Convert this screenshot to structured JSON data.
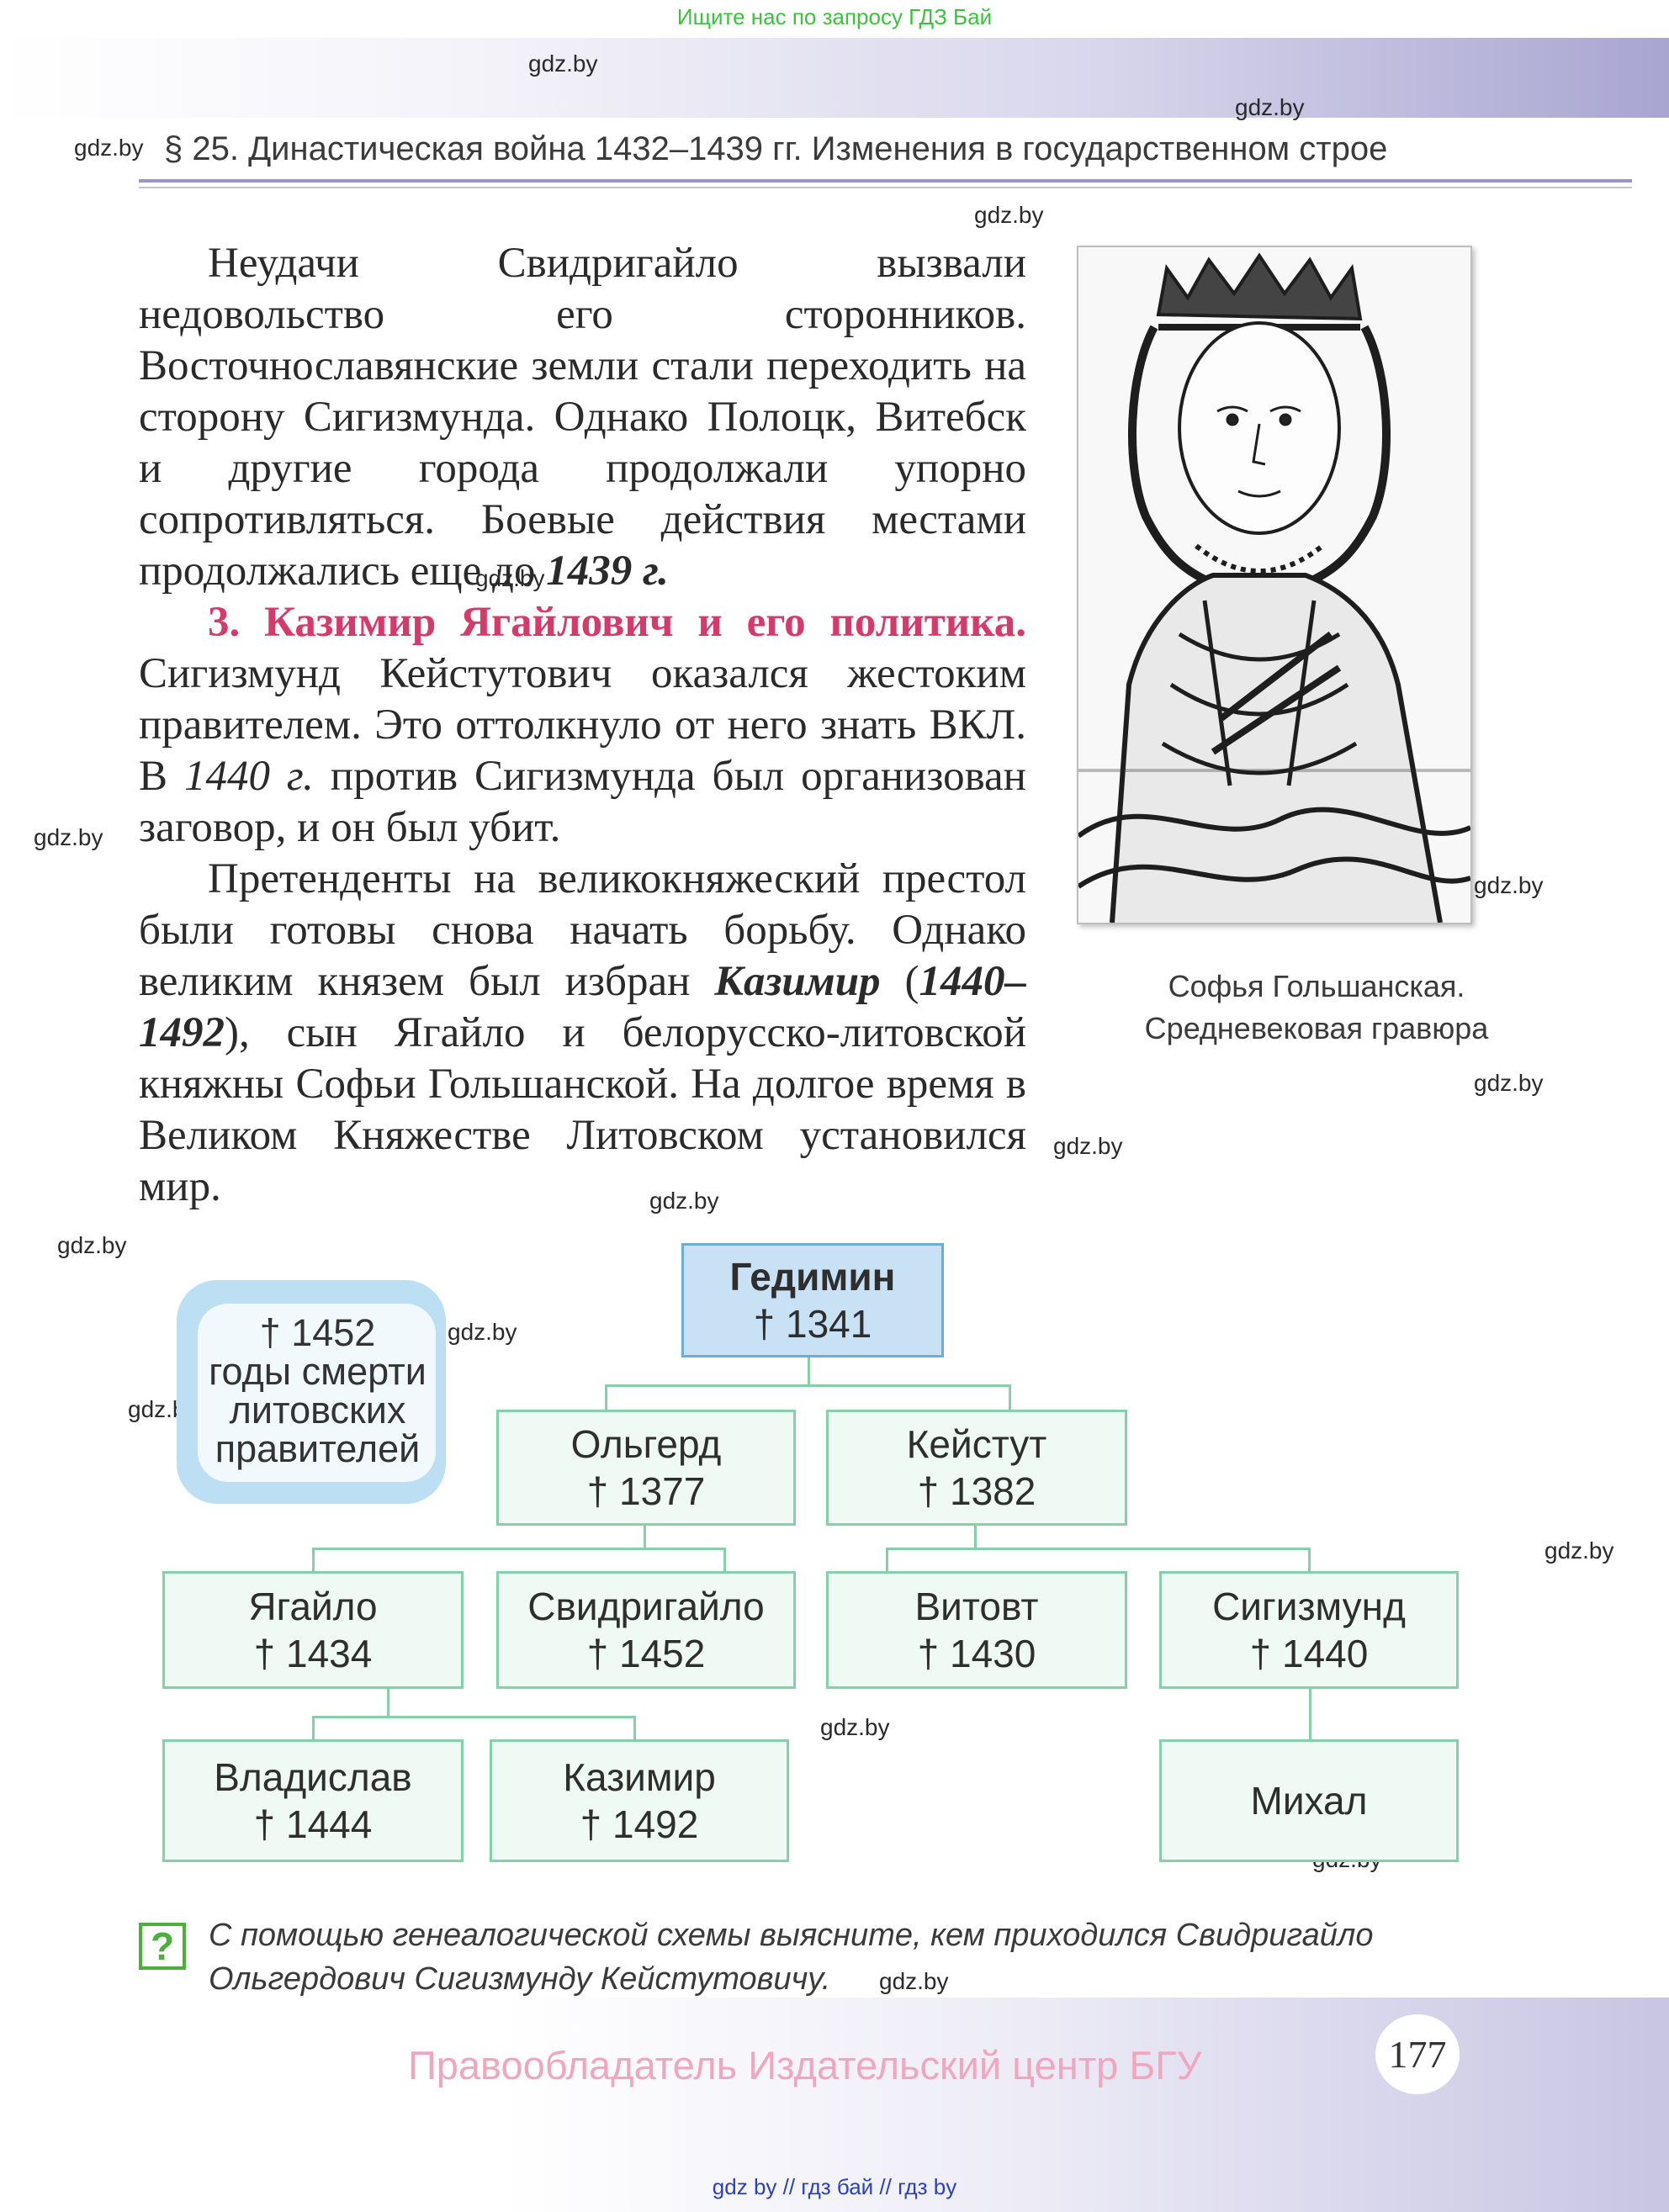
{
  "top_search": "Ищите нас по запросу ГДЗ Бай",
  "watermark": "gdz.by",
  "header": {
    "title": "§ 25. Династическая война 1432–1439 гг. Изменения в государственном строе"
  },
  "body": {
    "p1": "Неудачи Свидригайло вызвали недовольство его сторонников. Восточнославянские земли стали переходить на сторону Сигизмунда. Однако Полоцк, Витебск и другие города продолжали упорно сопротивляться. Боевые действия местами продолжались еще до ",
    "p1_date": "1439 г.",
    "section_title": "3. Казимир Ягайлович и его политика.",
    "p2_a": " Сигизмунд Кейстутович оказался жестоким правителем. Это оттолкнуло от него знать ВКЛ. В ",
    "p2_date": "1440 г.",
    "p2_b": " против Сигизмунда был организован заговор, и он был убит.",
    "p3_a": "Претенденты на великокняжеский престол были готовы снова начать борьбу. Однако великим князем был избран ",
    "p3_name": "Казимир",
    "p3_open": " (",
    "p3_years": "1440–1492",
    "p3_b": "), сын Ягайло и белорусско-литовской княжны Софьи Гольшанской. На долгое время в Великом Княжестве Литовском установился мир."
  },
  "figure": {
    "caption_line1": "Софья Гольшанская.",
    "caption_line2": "Средневековая гравюра"
  },
  "legend": {
    "line1": "† 1452",
    "line2": "годы смерти",
    "line3": "литовских",
    "line4": "правителей"
  },
  "tree": {
    "gedimin": {
      "name": "Гедимин",
      "death": "† 1341"
    },
    "olgerd": {
      "name": "Ольгерд",
      "death": "† 1377"
    },
    "keistut": {
      "name": "Кейстут",
      "death": "† 1382"
    },
    "yagailo": {
      "name": "Ягайло",
      "death": "† 1434"
    },
    "svidrigailo": {
      "name": "Свидригайло",
      "death": "† 1452"
    },
    "vitovt": {
      "name": "Витовт",
      "death": "† 1430"
    },
    "sigizmund": {
      "name": "Сигизмунд",
      "death": "† 1440"
    },
    "vladislav": {
      "name": "Владислав",
      "death": "† 1444"
    },
    "kazimir": {
      "name": "Казимир",
      "death": "† 1492"
    },
    "mikhal": {
      "name": "Михал"
    }
  },
  "question": {
    "icon": "?",
    "text": "С помощью генеалогической схемы выясните, кем приходился Свидригайло Ольгердович Сигизмунду Кейстутовичу."
  },
  "copyright": "Правообладатель Издательский центр БГУ",
  "page_number": "177",
  "footer": "gdz by // гдз бай // гдз by"
}
